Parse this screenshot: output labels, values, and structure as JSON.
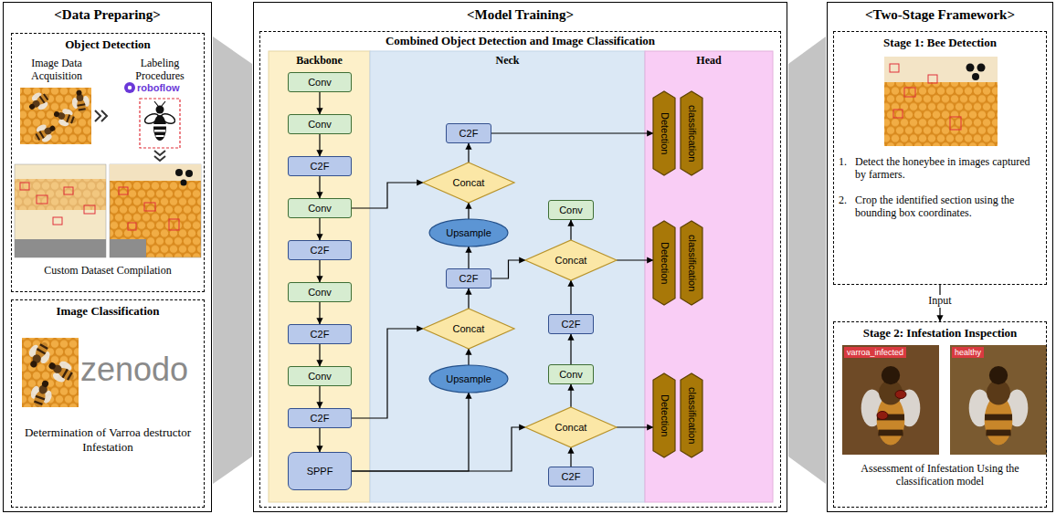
{
  "diagram": {
    "nodes": [
      {
        "text": [
          "<Data Preparing>"
        ]
      },
      {
        "text": [
          "Object Detection",
          "Image Data Acquisition",
          "Labeling Procedures",
          "Custom Dataset Compilation"
        ],
        "in": 0
      },
      {
        "text": [
          "Image Classification",
          "Determination of Varroa destructor Infestation"
        ],
        "in": 0
      },
      {
        "text": [
          "<Model Training>"
        ]
      },
      {
        "text": [
          "Combined Object Detection and Image Classification"
        ],
        "in": 3
      },
      {
        "text": [
          "Backbone"
        ],
        "in": 4
      },
      {
        "text": [
          "Neck"
        ],
        "in": 4
      },
      {
        "text": [
          "Head"
        ],
        "in": 4
      },
      {
        "text": [
          "Conv"
        ],
        "in": 5
      },
      {
        "text": [
          "Conv"
        ],
        "in": 5
      },
      {
        "text": [
          "C2F"
        ],
        "in": 5
      },
      {
        "text": [
          "Conv"
        ],
        "in": 5
      },
      {
        "text": [
          "C2F"
        ],
        "in": 5
      },
      {
        "text": [
          "Conv"
        ],
        "in": 5
      },
      {
        "text": [
          "C2F"
        ],
        "in": 5
      },
      {
        "text": [
          "Conv"
        ],
        "in": 5
      },
      {
        "text": [
          "C2F"
        ],
        "in": 5
      },
      {
        "text": [
          "SPPF"
        ],
        "in": 5
      },
      {
        "text": [
          "C2F"
        ],
        "in": 6
      },
      {
        "text": [
          "Concat"
        ],
        "in": 6
      },
      {
        "text": [
          "Upsample"
        ],
        "in": 6
      },
      {
        "text": [
          "C2F"
        ],
        "in": 6
      },
      {
        "text": [
          "Concat"
        ],
        "in": 6
      },
      {
        "text": [
          "Upsample"
        ],
        "in": 6
      },
      {
        "text": [
          "Conv"
        ],
        "in": 6
      },
      {
        "text": [
          "Concat"
        ],
        "in": 6
      },
      {
        "text": [
          "C2F"
        ],
        "in": 6
      },
      {
        "text": [
          "Conv"
        ],
        "in": 6
      },
      {
        "text": [
          "Concat"
        ],
        "in": 6
      },
      {
        "text": [
          "C2F"
        ],
        "in": 6
      },
      {
        "text": [
          "Detection"
        ],
        "in": 7
      },
      {
        "text": [
          "classification"
        ],
        "in": 7
      },
      {
        "text": [
          "Detection"
        ],
        "in": 7
      },
      {
        "text": [
          "classification"
        ],
        "in": 7
      },
      {
        "text": [
          "Detection"
        ],
        "in": 7
      },
      {
        "text": [
          "classification"
        ],
        "in": 7
      },
      {
        "text": [
          "<Two-Stage Framework>"
        ]
      },
      {
        "text": [
          "Stage 1: Bee Detection",
          "1.",
          "Detect the honeybee in images captured by farmers.",
          "2.",
          "Crop the identified section using the bounding box coordinates."
        ],
        "in": 36
      },
      {
        "text": [
          "Stage 2: Infestation Inspection",
          "Assessment of Infestation Using the classification model"
        ],
        "in": 36
      }
    ],
    "edges": [
      {
        "from": 8,
        "to": 9,
        "arrow": "to"
      },
      {
        "from": 9,
        "to": 10,
        "arrow": "to"
      },
      {
        "from": 10,
        "to": 11,
        "arrow": "to"
      },
      {
        "from": 11,
        "to": 12,
        "arrow": "to"
      },
      {
        "from": 12,
        "to": 13,
        "arrow": "to"
      },
      {
        "from": 13,
        "to": 14,
        "arrow": "to"
      },
      {
        "from": 14,
        "to": 15,
        "arrow": "to"
      },
      {
        "from": 15,
        "to": 16,
        "arrow": "to"
      },
      {
        "from": 16,
        "to": 17,
        "arrow": "to"
      },
      {
        "from": 11,
        "to": 19,
        "arrow": "to"
      },
      {
        "from": 16,
        "to": 22,
        "arrow": "to"
      },
      {
        "from": 17,
        "to": 23,
        "arrow": "to"
      },
      {
        "from": 17,
        "to": 28,
        "arrow": "to"
      },
      {
        "from": 23,
        "to": 22,
        "arrow": "to"
      },
      {
        "from": 22,
        "to": 21,
        "arrow": "to"
      },
      {
        "from": 21,
        "to": 20,
        "arrow": "to"
      },
      {
        "from": 20,
        "to": 19,
        "arrow": "to"
      },
      {
        "from": 19,
        "to": 18,
        "arrow": "to"
      },
      {
        "from": 21,
        "to": 25,
        "arrow": "to"
      },
      {
        "from": 25,
        "to": 24,
        "arrow": "to"
      },
      {
        "from": 26,
        "to": 25,
        "arrow": "to"
      },
      {
        "from": 27,
        "to": 26,
        "arrow": "to"
      },
      {
        "from": 28,
        "to": 27,
        "arrow": "to"
      },
      {
        "from": 29,
        "to": 28,
        "arrow": "to"
      },
      {
        "from": 18,
        "to": 30,
        "arrow": "to"
      },
      {
        "from": 25,
        "to": 32,
        "arrow": "to"
      },
      {
        "from": 28,
        "to": 34,
        "arrow": "to"
      },
      {
        "from": 37,
        "to": 38,
        "label": "Input",
        "arrow": "to"
      }
    ],
    "labels": [
      "roboflow",
      "zenodo",
      "varroa_infected",
      "healthy"
    ]
  }
}
